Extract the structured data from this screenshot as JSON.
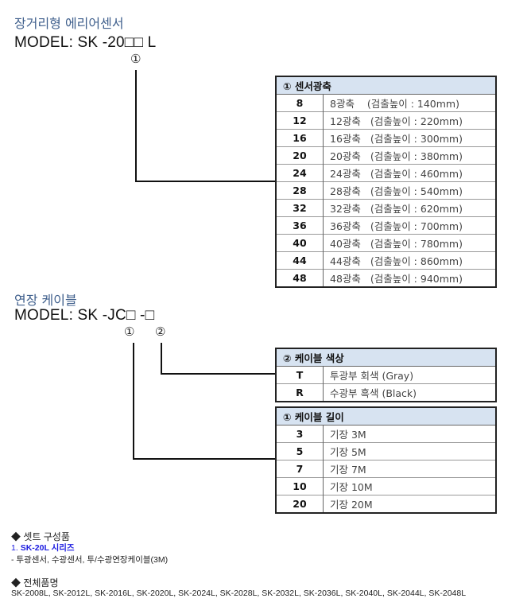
{
  "sensor": {
    "title": "장거리형 에리어센서",
    "model": "MODEL: SK -20□□ L",
    "marker": "①",
    "table": {
      "header": "① 센서광축",
      "rows": [
        {
          "code": "8",
          "desc": "8광축    (검출높이 : 140mm)"
        },
        {
          "code": "12",
          "desc": "12광축   (검출높이 : 220mm)"
        },
        {
          "code": "16",
          "desc": "16광축   (검출높이 : 300mm)"
        },
        {
          "code": "20",
          "desc": "20광축   (검출높이 : 380mm)"
        },
        {
          "code": "24",
          "desc": "24광축   (검출높이 : 460mm)"
        },
        {
          "code": "28",
          "desc": "28광축   (검출높이 : 540mm)"
        },
        {
          "code": "32",
          "desc": "32광축   (검출높이 : 620mm)"
        },
        {
          "code": "36",
          "desc": "36광축   (검출높이 : 700mm)"
        },
        {
          "code": "40",
          "desc": "40광축   (검출높이 : 780mm)"
        },
        {
          "code": "44",
          "desc": "44광축   (검출높이 : 860mm)"
        },
        {
          "code": "48",
          "desc": "48광축   (검출높이 : 940mm)"
        }
      ]
    }
  },
  "cable": {
    "title": "연장 케이블",
    "model": "MODEL: SK -JC□  -□",
    "marker1": "①",
    "marker2": "②",
    "color_table": {
      "header": "② 케이블 색상",
      "rows": [
        {
          "code": "T",
          "desc": "투광부 회색 (Gray)"
        },
        {
          "code": "R",
          "desc": "수광부 흑색 (Black)"
        }
      ]
    },
    "length_table": {
      "header": "① 케이블 길이",
      "rows": [
        {
          "code": "3",
          "desc": "기장 3M"
        },
        {
          "code": "5",
          "desc": "기장 5M"
        },
        {
          "code": "7",
          "desc": "기장 7M"
        },
        {
          "code": "10",
          "desc": "기장 10M"
        },
        {
          "code": "20",
          "desc": "기장 20M"
        }
      ]
    }
  },
  "notes": {
    "set_heading": "◆ 셋트 구성품",
    "item_number": "1. ",
    "item_name": "SK-20L 시리즈",
    "item_contents": "- 투광센서, 수광센서, 투/수광연장케이블(3M)",
    "all_heading": "◆ 전체품명",
    "all_models": "SK-2008L, SK-2012L, SK-2016L, SK-2020L, SK-2024L, SK-2028L, SK-2032L, SK-2036L, SK-2040L, SK-2044L, SK-2048L"
  }
}
